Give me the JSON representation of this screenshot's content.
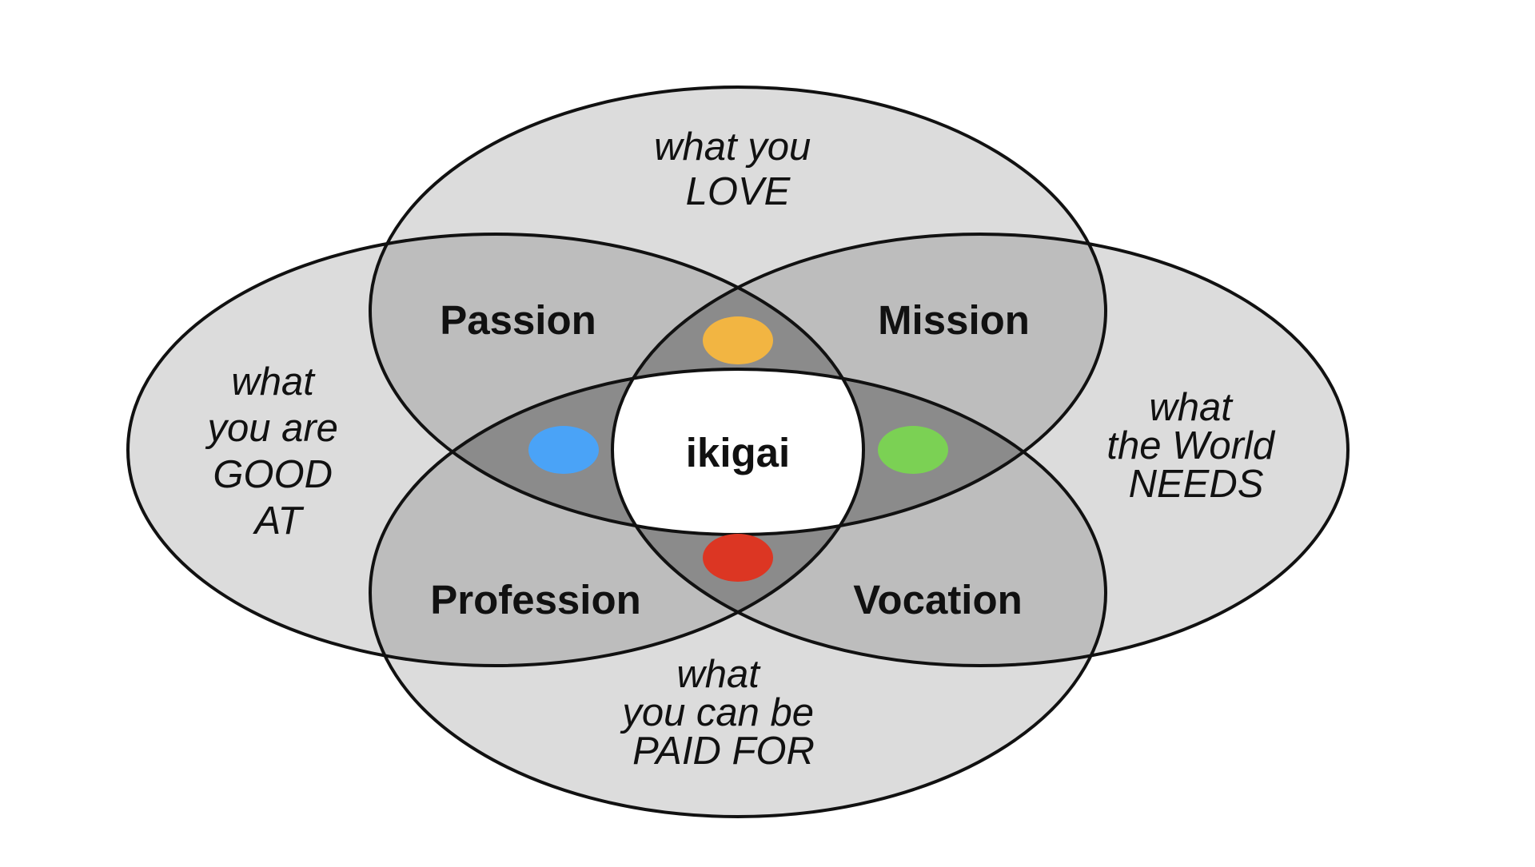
{
  "diagram": {
    "circles": {
      "top": {
        "lines": [
          "what you",
          "LOVE"
        ]
      },
      "left": {
        "lines": [
          "what",
          "you are",
          "GOOD",
          "AT"
        ]
      },
      "right": {
        "lines": [
          "what",
          "the World",
          "NEEDS"
        ]
      },
      "bottom": {
        "lines": [
          "what",
          "you can be",
          "PAID FOR"
        ]
      }
    },
    "overlaps": {
      "passion": "Passion",
      "mission": "Mission",
      "profession": "Profession",
      "vocation": "Vocation"
    },
    "center": "ikigai",
    "colors": {
      "fill": "#dcdcdc",
      "overlap_fill": "#000000",
      "center_fill": "#ffffff",
      "stroke": "#111111",
      "dot_top": "#f2b542",
      "dot_left": "#4aa3f7",
      "dot_right": "#7bd154",
      "dot_bottom": "#dc3623"
    }
  }
}
